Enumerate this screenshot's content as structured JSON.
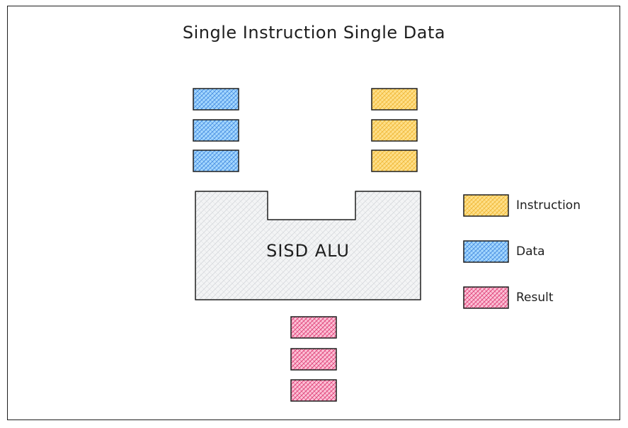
{
  "title": "Single Instruction Single Data",
  "alu": {
    "label": "SISD ALU"
  },
  "legend": {
    "instruction": "Instruction",
    "data": "Data",
    "result": "Result"
  },
  "colors": {
    "instruction_fill": "#ffe08a",
    "instruction_hatch": "#f0b93a",
    "data_fill": "#a5d8ff",
    "data_hatch": "#4a90e2",
    "result_fill": "#fcc2d7",
    "result_hatch": "#e0457b",
    "alu_fill": "#e9ecef",
    "stroke": "#1e1e1e"
  }
}
